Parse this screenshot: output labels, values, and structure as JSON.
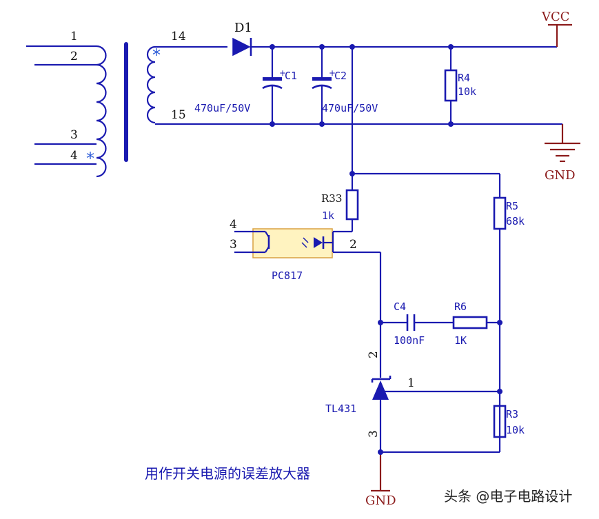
{
  "transformer": {
    "primary_pins": [
      "1",
      "2",
      "3",
      "4"
    ],
    "secondary_pins": [
      "14",
      "15"
    ]
  },
  "components": {
    "d1": "D1",
    "c1": "C1",
    "c1_value": "470uF/50V",
    "c2": "C2",
    "c2_value": "470uF/50V",
    "r4": "R4",
    "r4_value": "10k",
    "r33": "R33",
    "r33_value": "1k",
    "r5": "R5",
    "r5_value": "68k",
    "c4": "C4",
    "c4_value": "100nF",
    "r6": "R6",
    "r6_value": "1K",
    "r3": "R3",
    "r3_value": "10k",
    "optocoupler": "PC817",
    "opto_pins": [
      "4",
      "3",
      "2"
    ],
    "regulator": "TL431",
    "regulator_pins": [
      "2",
      "1",
      "3"
    ]
  },
  "power": {
    "vcc": "VCC",
    "gnd_top": "GND",
    "gnd_bottom": "GND"
  },
  "caption": "用作开关电源的误差放大器",
  "watermark": "头条 @电子电路设计",
  "colors": {
    "wire": "#1a1ab0",
    "power_symbol": "#8b1a1a",
    "opto_fill": "#fff3c0",
    "opto_border": "#d9a040",
    "star": "#2a5ad8"
  }
}
